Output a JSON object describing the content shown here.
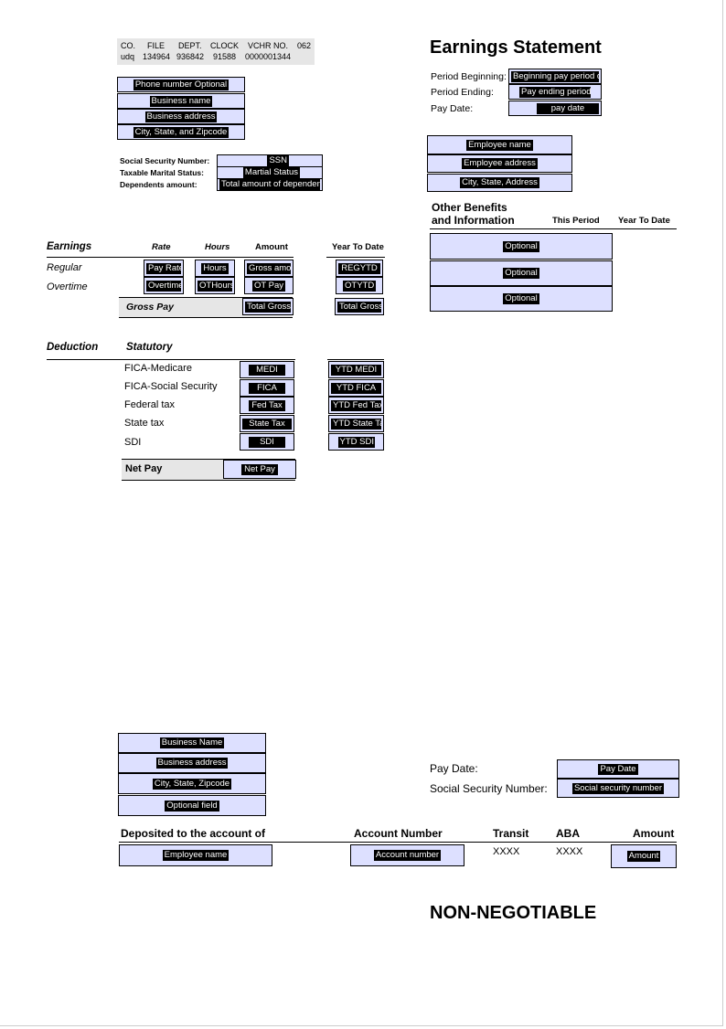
{
  "header_codes": {
    "labels": [
      "CO.",
      "FILE",
      "DEPT.",
      "CLOCK",
      "VCHR NO.",
      "062"
    ],
    "values": [
      "udq",
      "134964",
      "936842",
      "91588",
      "0000001344"
    ]
  },
  "title": "Earnings Statement",
  "employer": {
    "phone": "Phone number Optional",
    "business_name": "Business name",
    "business_address": "Business address",
    "city_state_zip": "City, State, and Zipcode"
  },
  "employee_info": {
    "ssn_label": "Social Security Number:",
    "ssn_value": "SSN",
    "marital_label": "Taxable Marital Status:",
    "marital_value": "Martial Status",
    "dependents_label": "Dependents amount:",
    "dependents_value": "Total amount of dependen"
  },
  "period": {
    "beginning_label": "Period Beginning:",
    "beginning_value": "Beginning pay period d",
    "ending_label": "Period Ending:",
    "ending_value": "Pay ending period",
    "paydate_label": "Pay Date:",
    "paydate_value": "pay date"
  },
  "employee_address": {
    "name": "Employee name",
    "address": "Employee address",
    "city": "City, State, Address"
  },
  "other_benefits": {
    "title_line1": "Other Benefits",
    "title_line2": "and Information",
    "this_period": "This Period",
    "ytd": "Year To Date",
    "rows": [
      "Optional",
      "Optional",
      "Optional"
    ]
  },
  "earnings": {
    "heading": "Earnings",
    "rate": "Rate",
    "hours": "Hours",
    "amount": "Amount",
    "ytd": "Year To Date",
    "regular_label": "Regular",
    "overtime_label": "Overtime",
    "regular": {
      "rate": "Pay Rate",
      "hours": "Hours",
      "amount": "Gross amo",
      "ytd": "REGYTD"
    },
    "overtime": {
      "rate": "Overtime",
      "hours": "OTHours",
      "amount": "OT Pay",
      "ytd": "OTYTD"
    },
    "gross_label": "Gross Pay",
    "gross_total": "Total Gross",
    "gross_ytd": "Total Gross"
  },
  "deductions": {
    "heading": "Deduction",
    "statutory": "Statutory",
    "rows": [
      {
        "label": "FICA-Medicare",
        "value": "MEDI",
        "ytd": "YTD MEDI"
      },
      {
        "label": "FICA-Social Security",
        "value": "FICA",
        "ytd": "YTD FICA"
      },
      {
        "label": "Federal tax",
        "value": "Fed Tax",
        "ytd": "YTD Fed Tax"
      },
      {
        "label": "State tax",
        "value": "State Tax",
        "ytd": "YTD State Ta"
      },
      {
        "label": "SDI",
        "value": "SDI",
        "ytd": "YTD SDI"
      }
    ],
    "net_label": "Net Pay",
    "net_value": "Net Pay"
  },
  "stub": {
    "business_name": "Business Name",
    "business_address": "Business address",
    "city": "City, State, Zipcode",
    "optional": "Optional field",
    "paydate_label": "Pay Date:",
    "paydate_value": "Pay Date",
    "ssn_label": "Social Security Number:",
    "ssn_value": "Social security number",
    "deposited_label": "Deposited to the account of",
    "account_label": "Account Number",
    "transit_label": "Transit",
    "aba_label": "ABA",
    "amount_label": "Amount",
    "employee_name": "Employee name",
    "account_number": "Account number",
    "transit_value": "XXXX",
    "aba_value": "XXXX",
    "amount_value": "Amount",
    "non_negotiable": "NON-NEGOTIABLE"
  }
}
